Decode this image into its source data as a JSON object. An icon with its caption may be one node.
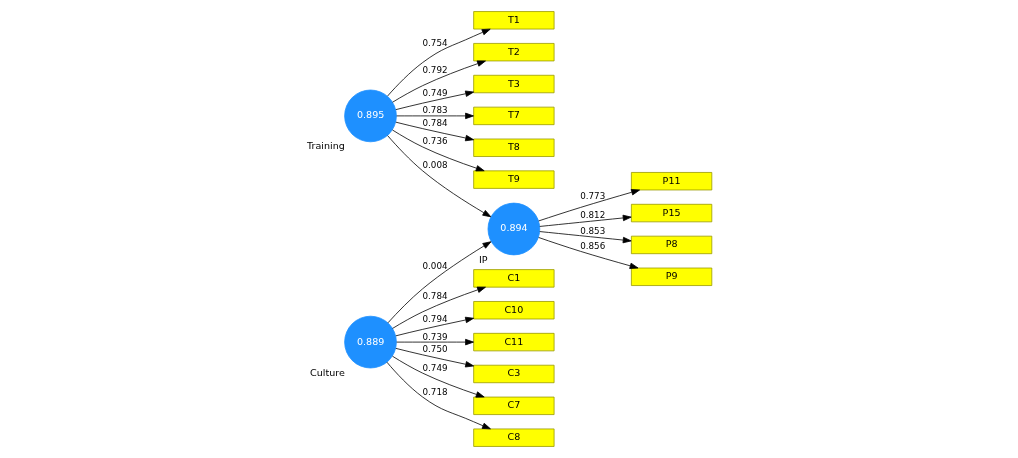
{
  "diagram": {
    "nodes": [
      {
        "text": [
          "T1"
        ]
      },
      {
        "text": [
          "T2"
        ]
      },
      {
        "text": [
          "T3"
        ]
      },
      {
        "text": [
          "T7"
        ]
      },
      {
        "text": [
          "T8"
        ]
      },
      {
        "text": [
          "T9"
        ]
      },
      {
        "text": [
          "0.895"
        ],
        "beside": [
          "Training"
        ]
      },
      {
        "text": [
          "C1"
        ]
      },
      {
        "text": [
          "C10"
        ]
      },
      {
        "text": [
          "C11"
        ]
      },
      {
        "text": [
          "C3"
        ]
      },
      {
        "text": [
          "C7"
        ]
      },
      {
        "text": [
          "C8"
        ]
      },
      {
        "text": [
          "0.889"
        ],
        "beside": [
          "Culture"
        ]
      },
      {
        "text": [
          "0.894"
        ],
        "beside": [
          "IP"
        ]
      },
      {
        "text": [
          "P11"
        ]
      },
      {
        "text": [
          "P15"
        ]
      },
      {
        "text": [
          "P8"
        ]
      },
      {
        "text": [
          "P9"
        ]
      }
    ],
    "edges": [
      {
        "from": 6,
        "to": 0,
        "arrow": "to",
        "label": "0.754"
      },
      {
        "from": 6,
        "to": 1,
        "arrow": "to",
        "label": "0.792"
      },
      {
        "from": 6,
        "to": 2,
        "arrow": "to",
        "label": "0.749"
      },
      {
        "from": 6,
        "to": 3,
        "arrow": "to",
        "label": "0.783"
      },
      {
        "from": 6,
        "to": 4,
        "arrow": "to",
        "label": "0.784"
      },
      {
        "from": 6,
        "to": 5,
        "arrow": "to",
        "label": "0.736"
      },
      {
        "from": 13,
        "to": 7,
        "arrow": "to",
        "label": "0.784"
      },
      {
        "from": 13,
        "to": 8,
        "arrow": "to",
        "label": "0.794"
      },
      {
        "from": 13,
        "to": 9,
        "arrow": "to",
        "label": "0.739"
      },
      {
        "from": 13,
        "to": 10,
        "arrow": "to",
        "label": "0.750"
      },
      {
        "from": 13,
        "to": 11,
        "arrow": "to",
        "label": "0.749"
      },
      {
        "from": 13,
        "to": 12,
        "arrow": "to",
        "label": "0.718"
      },
      {
        "from": 6,
        "to": 14,
        "arrow": "to",
        "label": "0.008"
      },
      {
        "from": 13,
        "to": 14,
        "arrow": "to",
        "label": "0.004"
      },
      {
        "from": 14,
        "to": 15,
        "arrow": "to",
        "label": "0.773"
      },
      {
        "from": 14,
        "to": 16,
        "arrow": "to",
        "label": "0.812"
      },
      {
        "from": 14,
        "to": 17,
        "arrow": "to",
        "label": "0.853"
      },
      {
        "from": 14,
        "to": 18,
        "arrow": "to",
        "label": "0.856"
      }
    ]
  }
}
